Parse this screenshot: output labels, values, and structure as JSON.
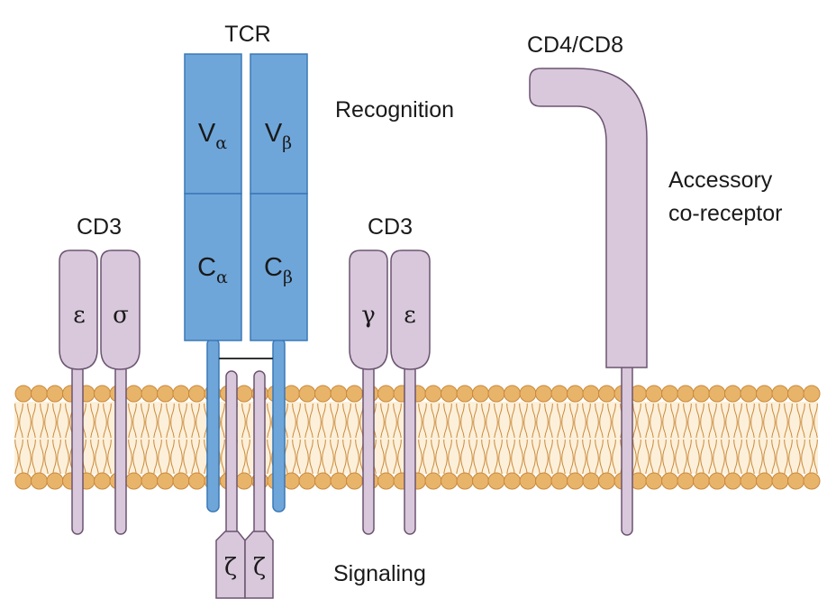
{
  "colors": {
    "tcr_fill": "#6fa6da",
    "tcr_stroke": "#3a78b6",
    "cd3_fill": "#d9c8dc",
    "cd3_stroke": "#6b5470",
    "membrane_head": "#e8b46a",
    "membrane_head_stroke": "#c9893c",
    "membrane_tail": "#fdf0da",
    "membrane_tail_line": "#c98a3a"
  },
  "labels": {
    "tcr": "TCR",
    "recognition": "Recognition",
    "cd4_cd8": "CD4/CD8",
    "accessory_line1": "Accessory",
    "accessory_line2": "co-receptor",
    "cd3_left": "CD3",
    "cd3_right": "CD3",
    "signaling": "Signaling"
  },
  "tcr": {
    "v_alpha": {
      "main": "V",
      "sub": "α"
    },
    "v_beta": {
      "main": "V",
      "sub": "β"
    },
    "c_alpha": {
      "main": "C",
      "sub": "α"
    },
    "c_beta": {
      "main": "C",
      "sub": "β"
    }
  },
  "cd3_left_chains": [
    "ε",
    "σ"
  ],
  "cd3_right_chains": [
    "γ",
    "ε"
  ],
  "zeta_chains": [
    "ζ",
    "ζ"
  ]
}
